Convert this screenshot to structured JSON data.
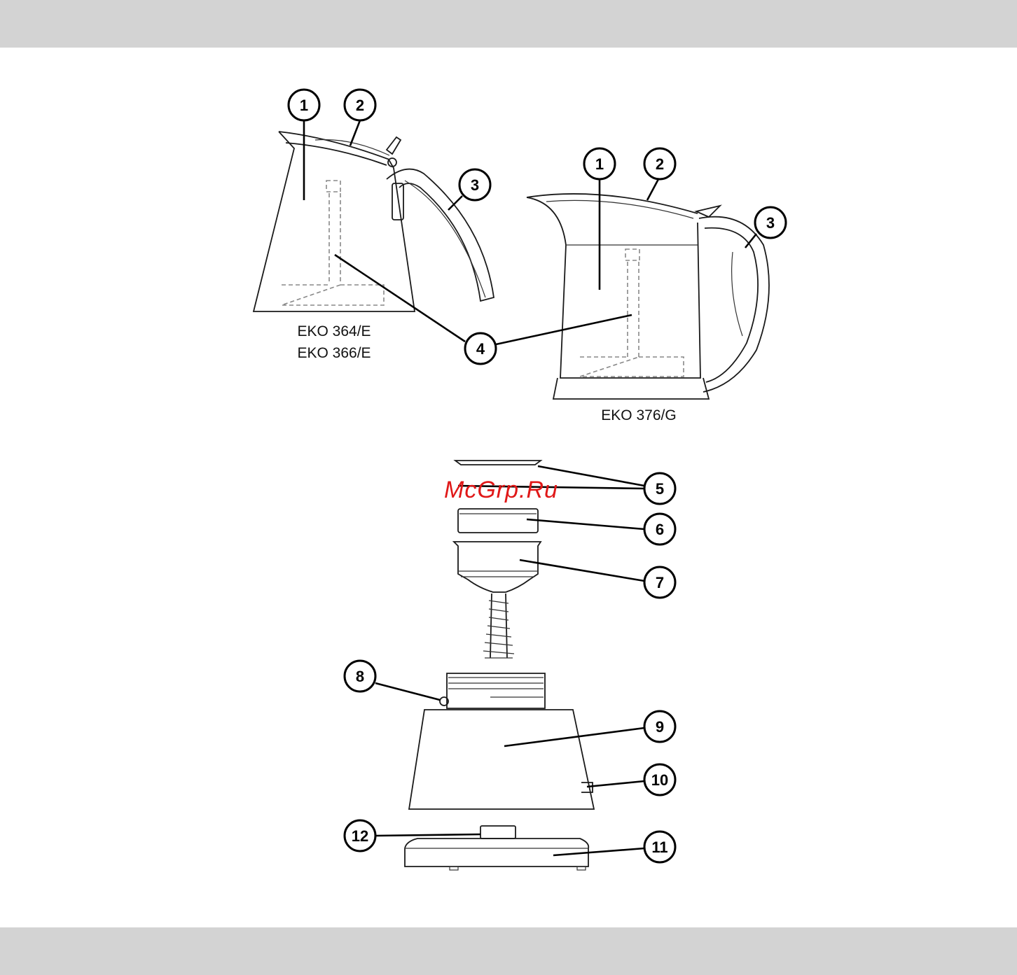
{
  "models": {
    "left_line1": "EKO 364/E",
    "left_line2": "EKO 366/E",
    "right": "EKO 376/G"
  },
  "watermark": "McGrp.Ru",
  "callouts": [
    "1",
    "2",
    "3",
    "4",
    "5",
    "6",
    "7",
    "8",
    "9",
    "10",
    "11",
    "12"
  ],
  "colors": {
    "band": "#d3d3d3",
    "watermark": "#e01818",
    "ink": "#000000"
  }
}
